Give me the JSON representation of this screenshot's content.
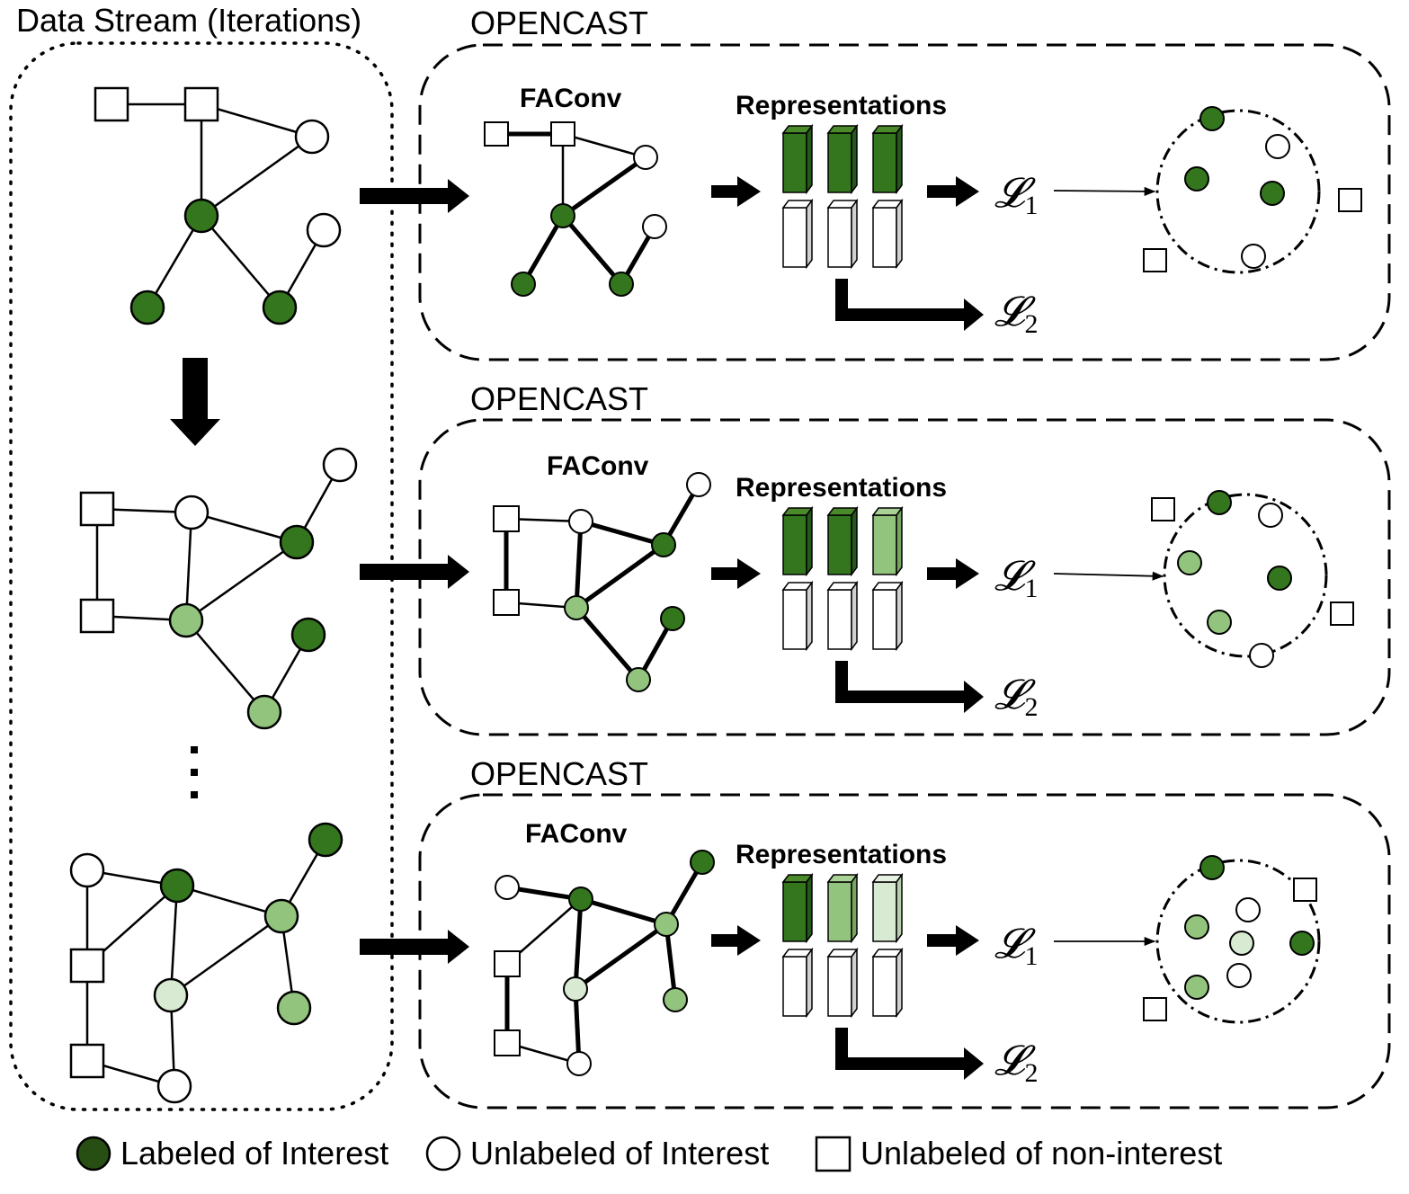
{
  "stream": {
    "title": "Data Stream (Iterations)",
    "ellipsis": "⋮"
  },
  "panels": [
    {
      "title": "OPENCAST",
      "conv_label": "FAConv",
      "repr_label": "Representations",
      "loss1": "𝓛",
      "loss1_sub": "1",
      "loss2": "𝓛",
      "loss2_sub": "2"
    },
    {
      "title": "OPENCAST",
      "conv_label": "FAConv",
      "repr_label": "Representations",
      "loss1": "𝓛",
      "loss1_sub": "1",
      "loss2": "𝓛",
      "loss2_sub": "2"
    },
    {
      "title": "OPENCAST",
      "conv_label": "FAConv",
      "repr_label": "Representations",
      "loss1": "𝓛",
      "loss1_sub": "1",
      "loss2": "𝓛",
      "loss2_sub": "2"
    }
  ],
  "legend": {
    "labeled": "Labeled of Interest",
    "unlabeled": "Unlabeled of Interest",
    "non_interest": "Unlabeled of non-interest"
  },
  "colors": {
    "dark_green": "#33761d",
    "mid_green": "#93c47d",
    "light_green": "#d9ead3",
    "legend_green": "#274e13",
    "node_white": "#ffffff",
    "line": "#000000"
  }
}
